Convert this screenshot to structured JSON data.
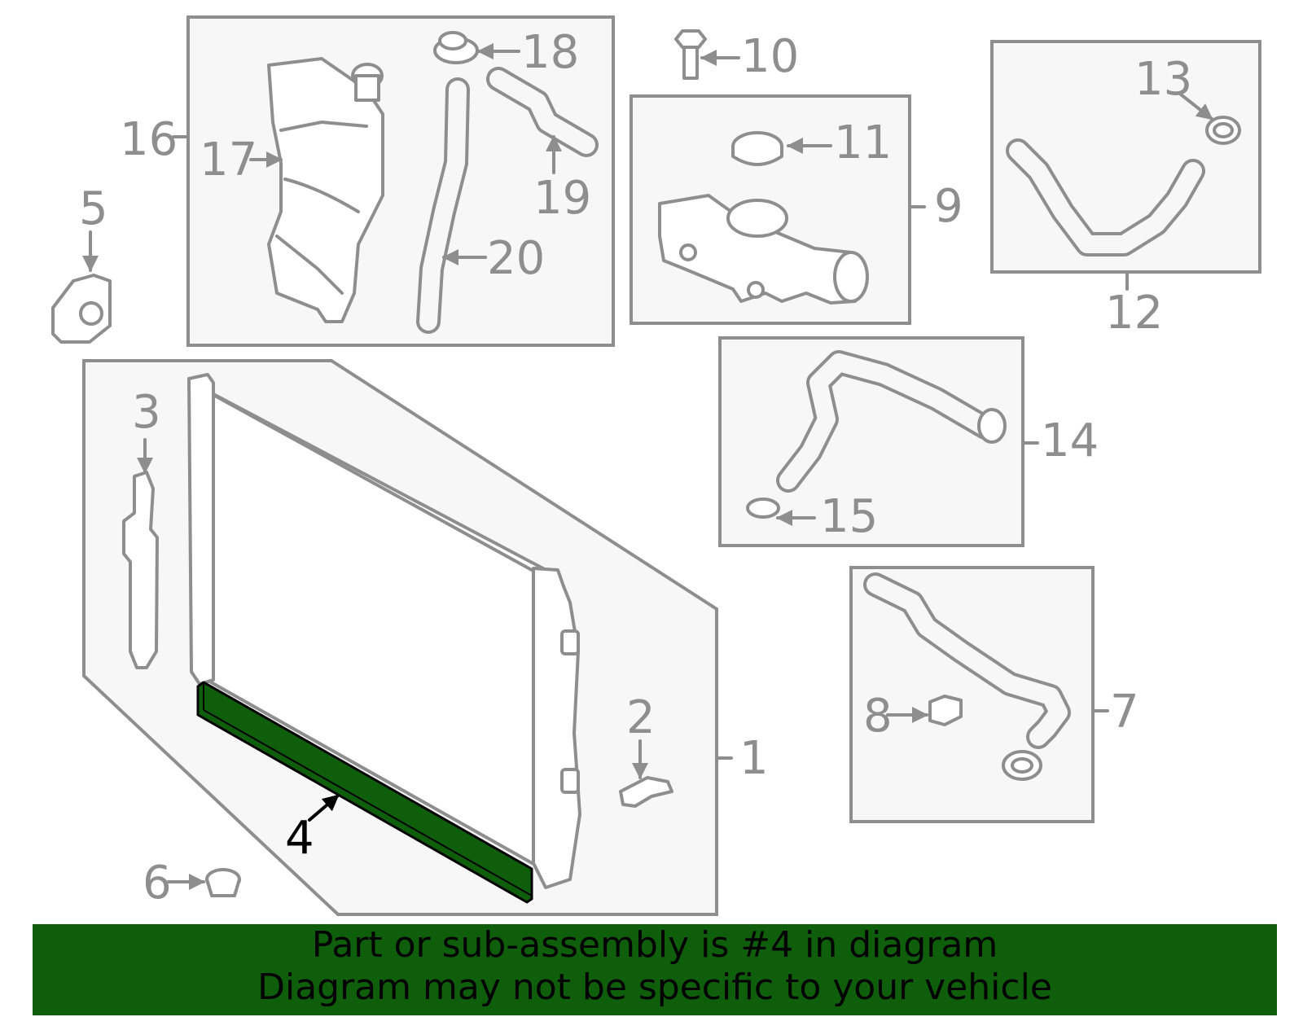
{
  "callouts": {
    "c1": "1",
    "c2": "2",
    "c3": "3",
    "c4": "4",
    "c5": "5",
    "c6": "6",
    "c7": "7",
    "c8": "8",
    "c9": "9",
    "c10": "10",
    "c11": "11",
    "c12": "12",
    "c13": "13",
    "c14": "14",
    "c15": "15",
    "c16": "16",
    "c17": "17",
    "c18": "18",
    "c19": "19",
    "c20": "20"
  },
  "highlight": {
    "part": "4",
    "color": "#0f5e0b"
  },
  "banner": {
    "line1": "Part or sub-assembly is #4 in diagram",
    "line2": "Diagram may not be specific to your vehicle",
    "color": "#0f5e0b"
  }
}
